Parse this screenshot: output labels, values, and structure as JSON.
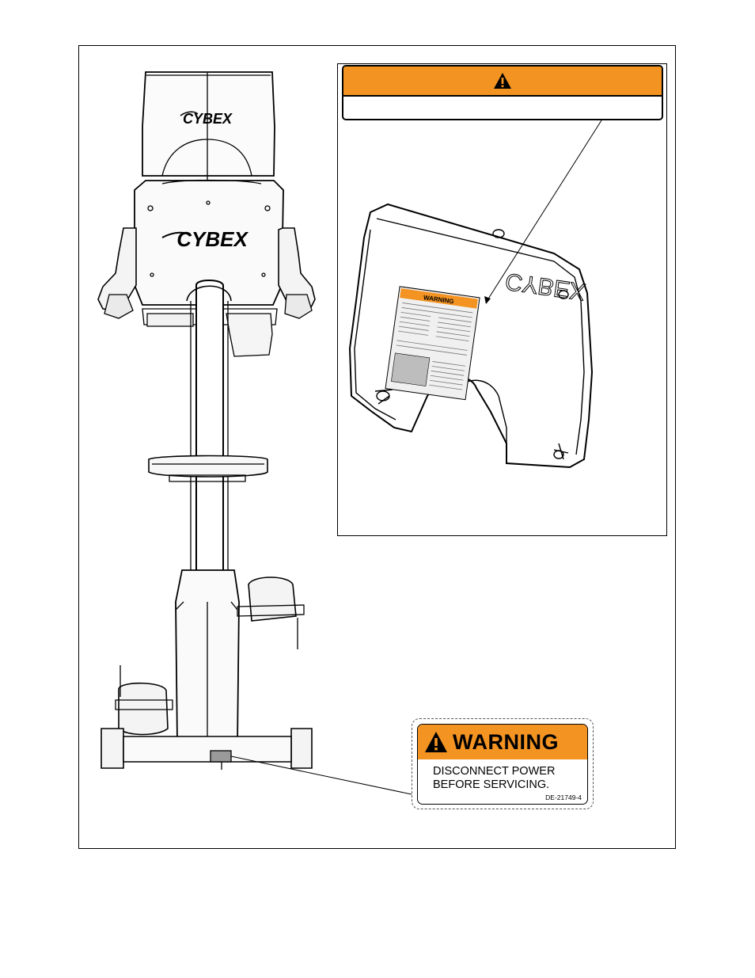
{
  "brand": {
    "logo_text": "CYBEX",
    "warning_colors": {
      "orange": "#f39322",
      "ink": "#000000"
    }
  },
  "warning_decal": {
    "title": "WARNING",
    "line1": "DISCONNECT POWER",
    "line2": "BEFORE SERVICING.",
    "part_number": "DE-21749-4",
    "icon": "warning-triangle-icon"
  },
  "shroud_label": {
    "header": "WARNING",
    "icon": "warning-triangle-icon"
  }
}
